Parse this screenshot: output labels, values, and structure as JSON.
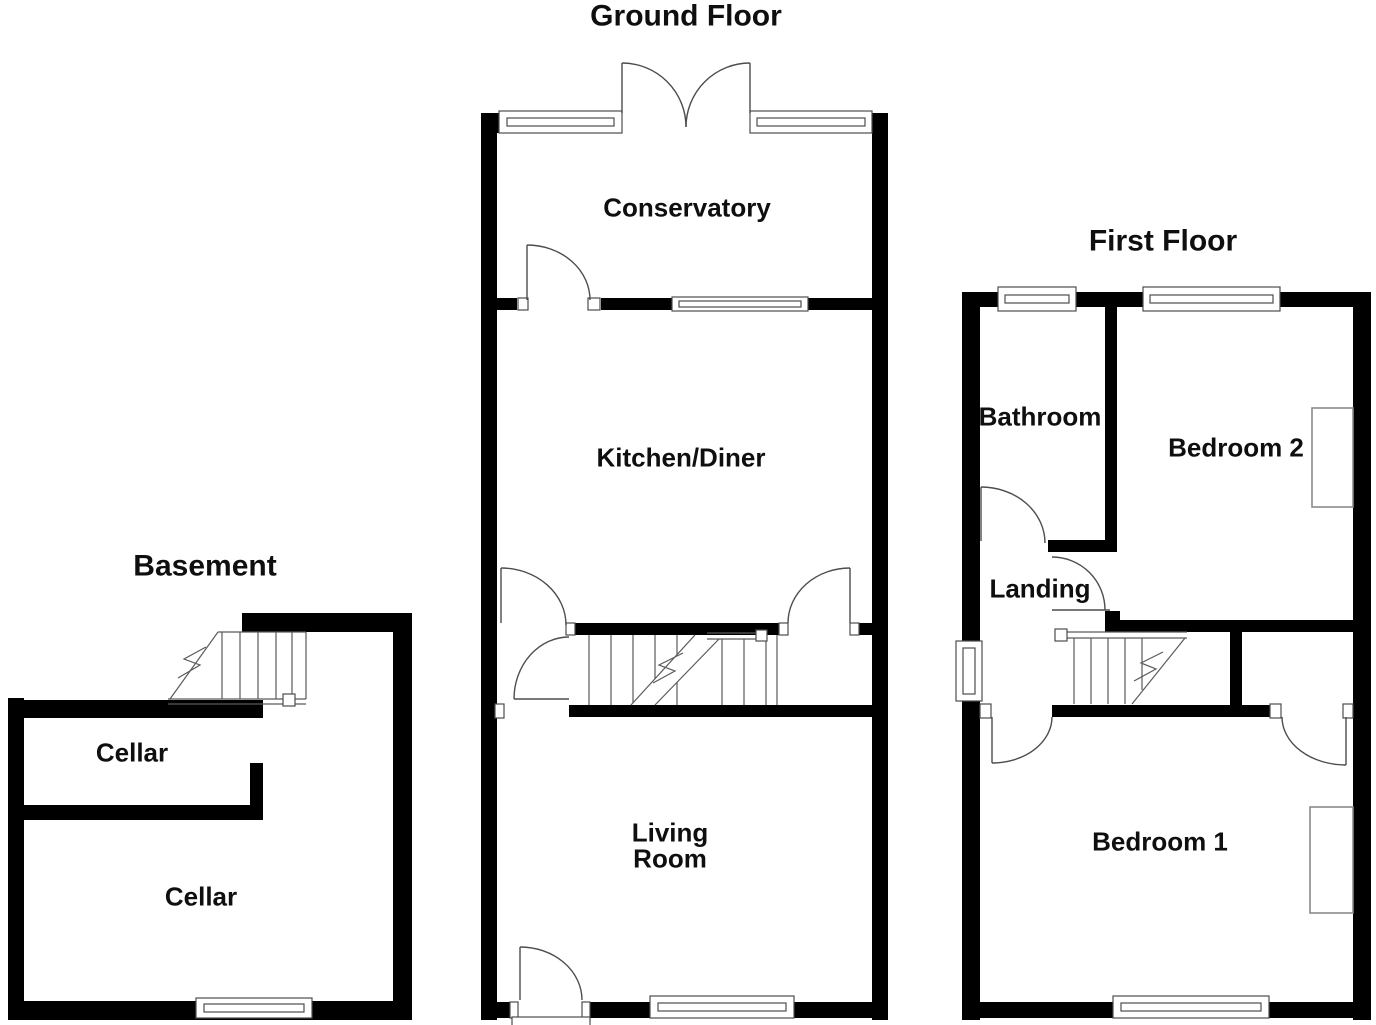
{
  "titles": {
    "basement": "Basement",
    "ground_floor": "Ground Floor",
    "first_floor": "First Floor"
  },
  "rooms": {
    "cellar_upper": "Cellar",
    "cellar_lower": "Cellar",
    "conservatory": "Conservatory",
    "kitchen_diner": "Kitchen/Diner",
    "living_room_line1": "Living",
    "living_room_line2": "Room",
    "bathroom": "Bathroom",
    "bedroom2": "Bedroom 2",
    "landing": "Landing",
    "bedroom1": "Bedroom 1"
  },
  "colors": {
    "wall": "#000000",
    "line": "#4d4d4d",
    "text": "#0f0f0f",
    "background": "#ffffff"
  }
}
